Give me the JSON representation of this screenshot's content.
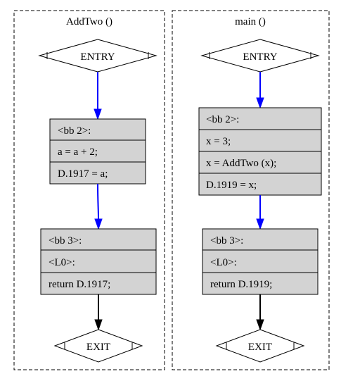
{
  "clusters": [
    {
      "title": "AddTwo ()",
      "entry_label": "ENTRY",
      "bb2": {
        "lines": [
          "<bb 2>:",
          "a = a + 2;",
          "D.1917 = a;"
        ]
      },
      "bb3": {
        "lines": [
          "<bb 3>:",
          "<L0>:",
          "return D.1917;"
        ]
      },
      "exit_label": "EXIT"
    },
    {
      "title": "main ()",
      "entry_label": "ENTRY",
      "bb2": {
        "lines": [
          "<bb 2>:",
          "x = 3;",
          "x = AddTwo (x);",
          "D.1919 = x;"
        ]
      },
      "bb3": {
        "lines": [
          "<bb 3>:",
          "<L0>:",
          "return D.1919;"
        ]
      },
      "exit_label": "EXIT"
    }
  ],
  "colors": {
    "block_fill": "#d3d3d3",
    "edge_flow": "#0000ff",
    "edge_exit": "#000000"
  }
}
